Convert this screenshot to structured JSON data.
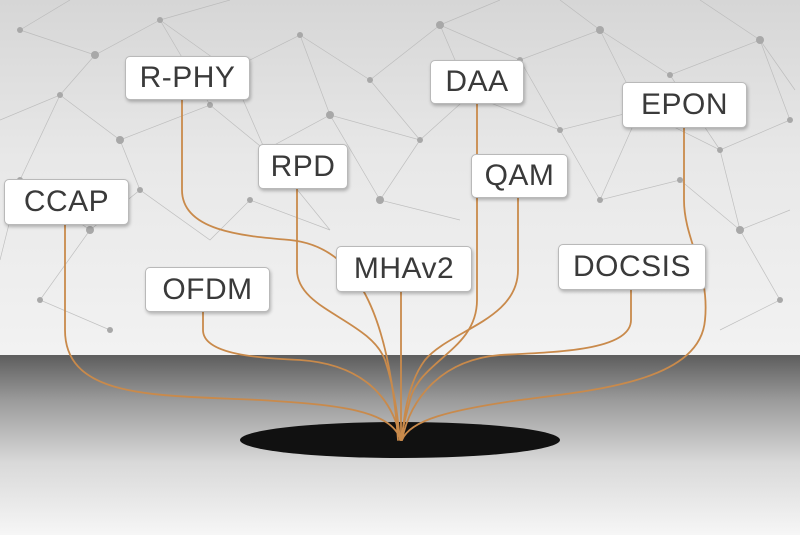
{
  "colors": {
    "wire": "#c98a4b",
    "hole": "#111111",
    "network": "#9e9e9e",
    "label_text": "#3a3a3a"
  },
  "labels": {
    "rphy": "R-PHY",
    "daa": "DAA",
    "epon": "EPON",
    "rpd": "RPD",
    "qam": "QAM",
    "ccap": "CCAP",
    "mhav2": "MHAv2",
    "docsis": "DOCSIS",
    "ofdm": "OFDM"
  }
}
